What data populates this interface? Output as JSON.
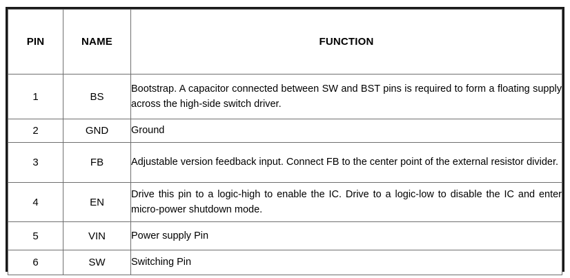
{
  "table": {
    "name": "pin-function-table",
    "columns": [
      {
        "key": "pin",
        "header": "PIN"
      },
      {
        "key": "name",
        "header": "NAME"
      },
      {
        "key": "function",
        "header": "FUNCTION"
      }
    ],
    "rows": [
      {
        "pin": "1",
        "name": "BS",
        "function": "Bootstrap. A capacitor connected between SW and BST pins is required to form a floating supply across the high-side switch driver."
      },
      {
        "pin": "2",
        "name": "GND",
        "function": "Ground"
      },
      {
        "pin": "3",
        "name": "FB",
        "function": "Adjustable version feedback input. Connect FB to the center point of the external resistor divider."
      },
      {
        "pin": "4",
        "name": "EN",
        "function": "Drive this pin to a logic-high to enable the IC. Drive to a logic-low to disable the IC and enter micro-power shutdown mode."
      },
      {
        "pin": "5",
        "name": "VIN",
        "function": "Power supply Pin"
      },
      {
        "pin": "6",
        "name": "SW",
        "function": "Switching Pin"
      }
    ]
  },
  "colors": {
    "page_background": "#ffffff",
    "outer_border": "#1a1a1a",
    "inner_border": "#6e6e6e",
    "text": "#000000"
  }
}
